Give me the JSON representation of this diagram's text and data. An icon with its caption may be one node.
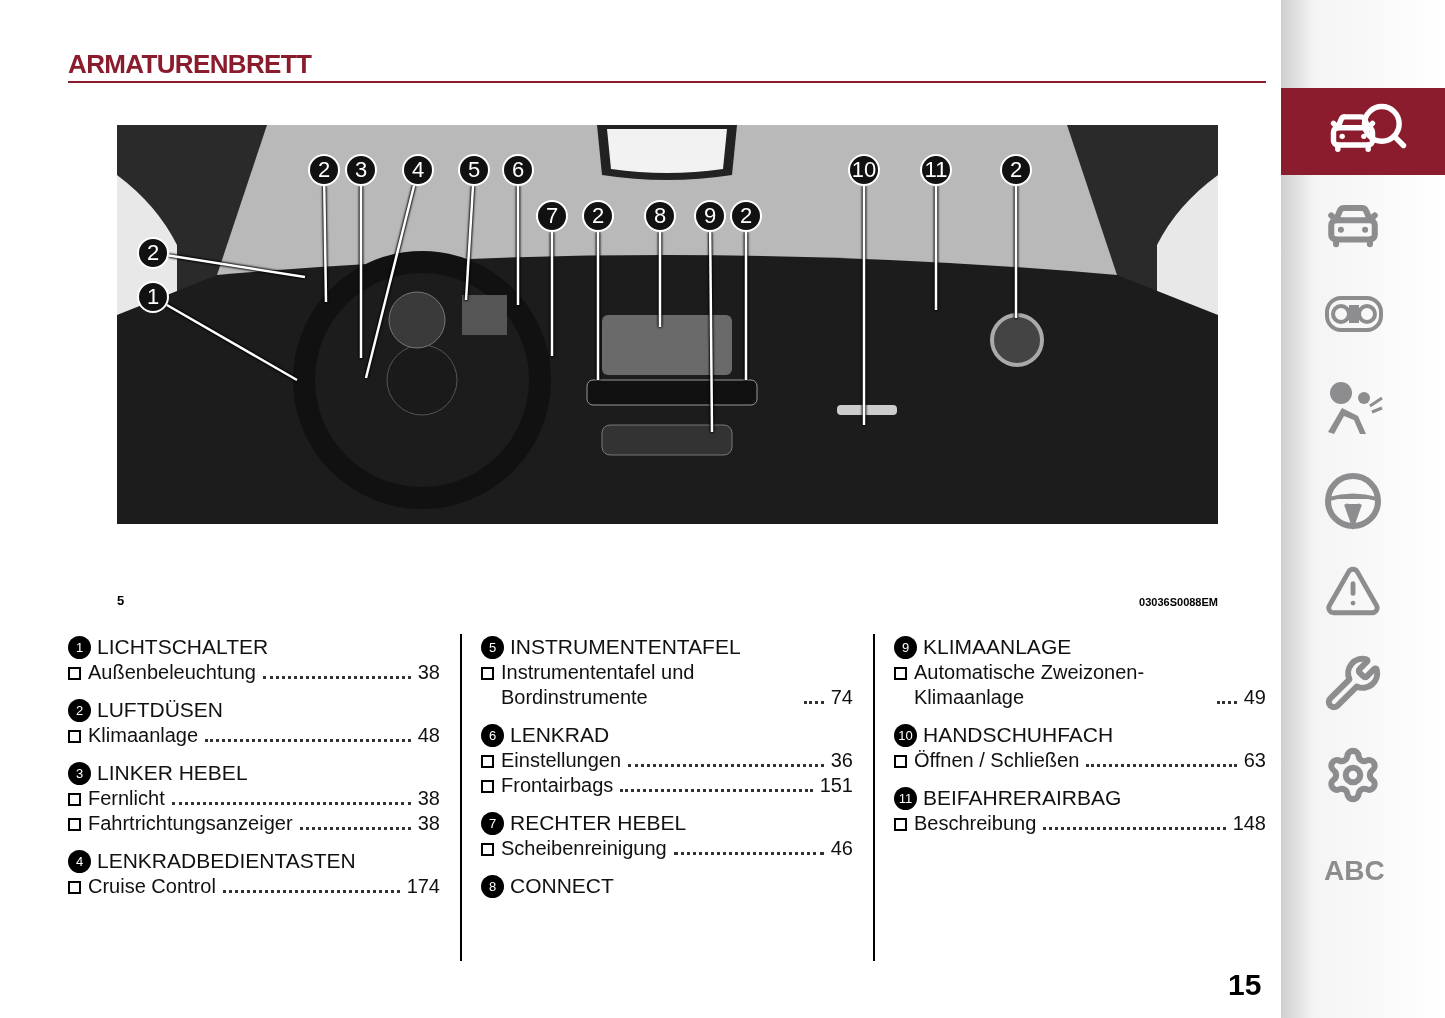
{
  "diagram": {
    "title": "ARMATURENBRETT",
    "nodes": [
      {
        "text": [
          "2"
        ]
      },
      {
        "text": [
          "1"
        ]
      },
      {
        "text": [
          "2"
        ]
      },
      {
        "text": [
          "3"
        ]
      },
      {
        "text": [
          "4"
        ]
      },
      {
        "text": [
          "5"
        ]
      },
      {
        "text": [
          "6"
        ]
      },
      {
        "text": [
          "7"
        ]
      },
      {
        "text": [
          "2"
        ]
      },
      {
        "text": [
          "8"
        ]
      },
      {
        "text": [
          "9"
        ]
      },
      {
        "text": [
          "2"
        ]
      },
      {
        "text": [
          "10"
        ]
      },
      {
        "text": [
          "11"
        ]
      },
      {
        "text": [
          "2"
        ]
      }
    ],
    "edges": [
      {
        "from": 0,
        "to": null,
        "arrow": "none"
      },
      {
        "from": 1,
        "to": null,
        "arrow": "none"
      },
      {
        "from": 2,
        "to": null,
        "arrow": "none"
      },
      {
        "from": 3,
        "to": null,
        "arrow": "none"
      },
      {
        "from": 4,
        "to": null,
        "arrow": "none"
      },
      {
        "from": 5,
        "to": null,
        "arrow": "none"
      },
      {
        "from": 6,
        "to": null,
        "arrow": "none"
      },
      {
        "from": 7,
        "to": null,
        "arrow": "none"
      },
      {
        "from": 8,
        "to": null,
        "arrow": "none"
      },
      {
        "from": 9,
        "to": null,
        "arrow": "none"
      },
      {
        "from": 10,
        "to": null,
        "arrow": "none"
      },
      {
        "from": 11,
        "to": null,
        "arrow": "none"
      },
      {
        "from": 12,
        "to": null,
        "arrow": "none"
      },
      {
        "from": 13,
        "to": null,
        "arrow": "none"
      },
      {
        "from": 14,
        "to": null,
        "arrow": "none"
      }
    ],
    "labels": [
      "5",
      "03036S0088EM",
      "1",
      "LICHTSCHALTER",
      "Außenbeleuchtung",
      "38",
      "2",
      "LUFTDÜSEN",
      "Klimaanlage",
      "48",
      "3",
      "LINKER HEBEL",
      "Fernlicht",
      "38",
      "Fahrtrichtungsanzeiger",
      "38",
      "4",
      "LENKRADBEDIENTASTEN",
      "Cruise Control",
      "174",
      "5",
      "INSTRUMENTENTAFEL",
      "Instrumententafel und Bordinstrumente",
      "74",
      "6",
      "LENKRAD",
      "Einstellungen",
      "36",
      "Frontairbags",
      "151",
      "7",
      "RECHTER HEBEL",
      "Scheibenreinigung",
      "46",
      "8",
      "CONNECT",
      "9",
      "KLIMAANLAGE",
      "Automatische Zweizonen-Klimaanlage",
      "49",
      "10",
      "HANDSCHUHFACH",
      "Öffnen / Schließen",
      "63",
      "11",
      "BEIFAHRERAIRBAG",
      "Beschreibung",
      "148",
      "15",
      "ABC"
    ]
  }
}
